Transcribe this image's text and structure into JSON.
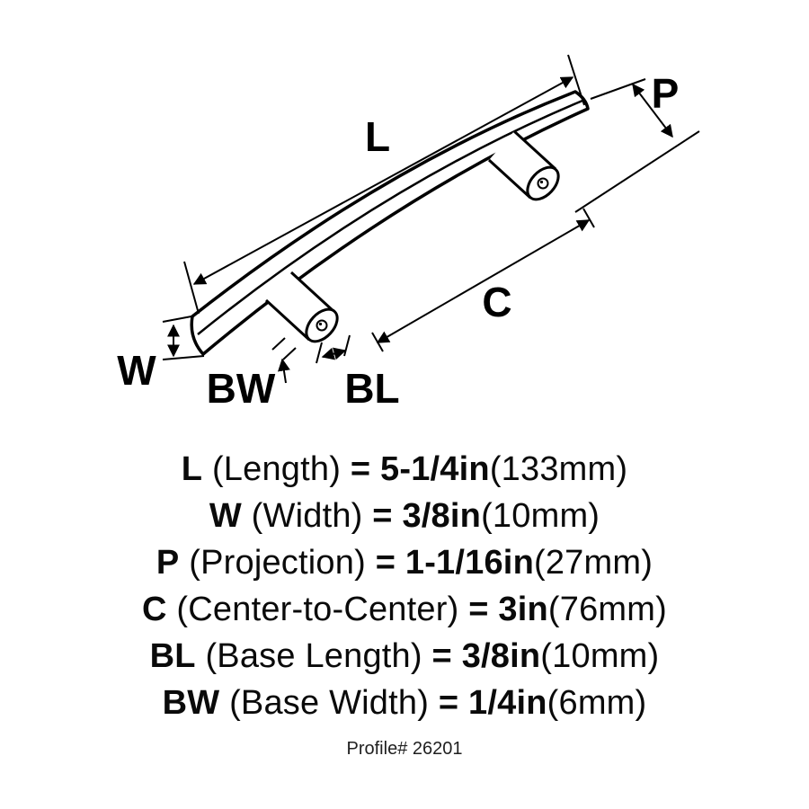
{
  "diagram": {
    "labels": {
      "L": "L",
      "P": "P",
      "C": "C",
      "W": "W",
      "BW": "BW",
      "BL": "BL"
    }
  },
  "equals": "=",
  "specs": [
    {
      "abbr": "L",
      "name": "(Length)",
      "value": "5-1/4in",
      "metric": "(133mm)"
    },
    {
      "abbr": "W",
      "name": "(Width)",
      "value": "3/8in",
      "metric": "(10mm)"
    },
    {
      "abbr": "P",
      "name": "(Projection)",
      "value": "1-1/16in",
      "metric": "(27mm)"
    },
    {
      "abbr": "C",
      "name": "(Center-to-Center)",
      "value": "3in",
      "metric": "(76mm)"
    },
    {
      "abbr": "BL",
      "name": "(Base Length)",
      "value": "3/8in",
      "metric": "(10mm)"
    },
    {
      "abbr": "BW",
      "name": "(Base Width)",
      "value": "1/4in",
      "metric": "(6mm)"
    }
  ],
  "footer": {
    "profile_label": "Profile# 26201"
  },
  "colors": {
    "line": "#000000",
    "background": "#ffffff",
    "text": "#000000"
  }
}
